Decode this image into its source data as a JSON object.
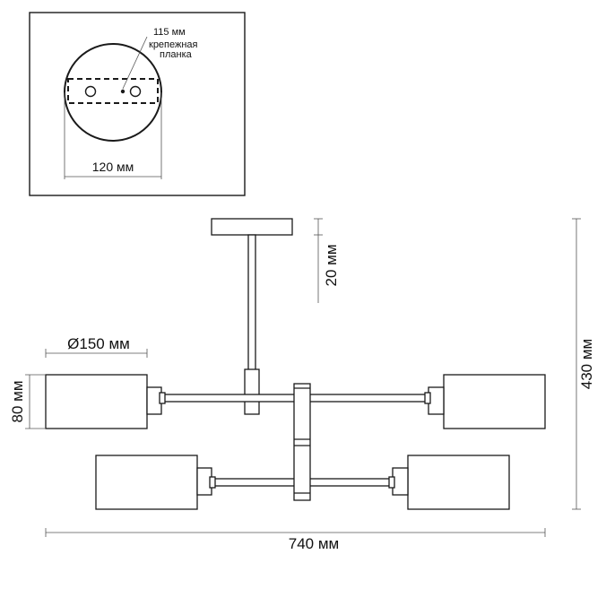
{
  "inset": {
    "mount_width_label": "115 мм",
    "bracket_label_line1": "крепежная",
    "bracket_label_line2": "планка",
    "base_diameter_label": "120 мм"
  },
  "dimensions": {
    "canopy_height": "20 мм",
    "shade_diameter": "Ø150 мм",
    "shade_height": "80 мм",
    "total_height": "430 мм",
    "total_width": "740 мм"
  },
  "colors": {
    "line": "#1a1a1a",
    "background": "#ffffff"
  }
}
